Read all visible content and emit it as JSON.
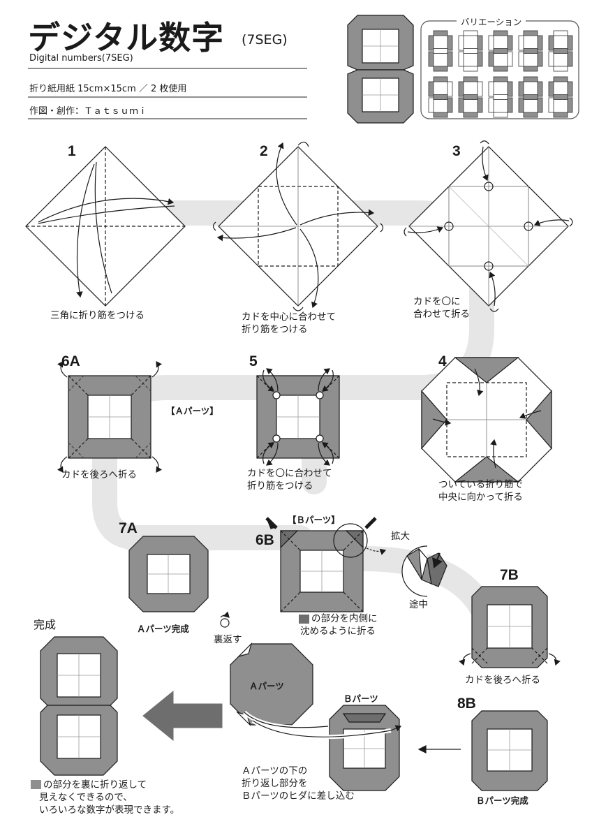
{
  "header": {
    "title": "デジタル数字",
    "title_suffix": "(7SEG)",
    "subtitle": "Digital numbers(7SEG)",
    "paper": "折り紙用紙 15cm×15cm ／ 2 枚使用",
    "author": "作図・創作：Ｔａｔｓｕｍｉ"
  },
  "variation": {
    "label": "バリエーション",
    "digits": [
      "0",
      "1",
      "2",
      "3",
      "4",
      "5",
      "6",
      "7",
      "8",
      "9"
    ]
  },
  "steps": [
    {
      "id": "1",
      "number": "1",
      "caption": [
        "三角に折り筋をつける"
      ]
    },
    {
      "id": "2",
      "number": "2",
      "caption": [
        "カドを中心に合わせて",
        "折り筋をつける"
      ]
    },
    {
      "id": "3",
      "number": "3",
      "caption": [
        "カドを〇に",
        "合わせて折る"
      ]
    },
    {
      "id": "4",
      "number": "4",
      "caption": [
        "ついている折り筋で",
        "中央に向かって折る"
      ]
    },
    {
      "id": "5",
      "number": "5",
      "caption": [
        "カドを〇に合わせて",
        "折り筋をつける"
      ]
    },
    {
      "id": "6a",
      "number": "6A",
      "caption": [
        "カドを後ろへ折る"
      ]
    },
    {
      "id": "6b",
      "number": "6B",
      "caption": [
        "の部分を内側に",
        "沈めるように折る"
      ]
    },
    {
      "id": "7a",
      "number": "7A",
      "caption": [
        "Ａパーツ完成"
      ]
    },
    {
      "id": "7b",
      "number": "7B",
      "caption": [
        "カドを後ろへ折る"
      ]
    },
    {
      "id": "8b",
      "number": "8B",
      "caption": [
        "Ｂパーツ完成"
      ]
    }
  ],
  "labels": {
    "a_parts": "【Ａパーツ】",
    "b_parts": "【Ｂパーツ】",
    "zoom": "拡大",
    "midway": "途中",
    "flip": "裏返す",
    "a_part_label": "Ａパーツ",
    "b_part_label": "Ｂパーツ",
    "insert": [
      "Ａパーツの下の",
      "折り返し部分を",
      "Ｂパーツのヒダに差し込む"
    ],
    "done": "完成",
    "final_note": [
      "の部分を裏に折り返して",
      "見えなくできるので、",
      "いろいろな数字が表現できます。"
    ]
  },
  "colors": {
    "gray": "#8f8f8f",
    "dark_gray": "#6e6e6e",
    "path": "#e6e6e6",
    "line": "#1a1a1a"
  }
}
